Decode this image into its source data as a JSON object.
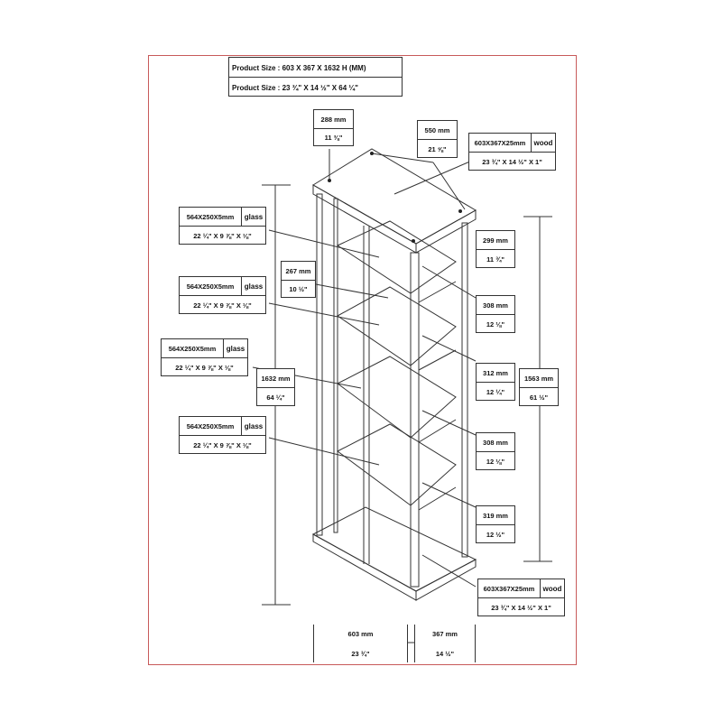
{
  "product_size": {
    "metric": "Product Size : 603 X 367 X 1632 H (MM)",
    "imperial": "Product Size : 23 ¾\" X 14 ½\" X 64 ¼\""
  },
  "callouts": {
    "top_depth": {
      "mm": "288 mm",
      "inch": "11 ⅜\""
    },
    "top_width": {
      "mm": "550 mm",
      "inch": "21 ⅝\""
    },
    "top_board": {
      "size": "603X367X25mm",
      "material": "wood",
      "inch": "23 ¾\" X 14 ½\" X 1\""
    },
    "bottom_board": {
      "size": "603X367X25mm",
      "material": "wood",
      "inch": "23 ¾\" X 14 ½\" X 1\""
    },
    "glass_1": {
      "size": "564X250X5mm",
      "material": "glass",
      "inch": "22 ¼\" X 9 ⅞\" X ⅛\""
    },
    "glass_2": {
      "size": "564X250X5mm",
      "material": "glass",
      "inch": "22 ¼\" X 9 ⅞\" X ⅛\""
    },
    "glass_3": {
      "size": "564X250X5mm",
      "material": "glass",
      "inch": "22 ¼\" X 9 ⅞\" X ⅛\""
    },
    "glass_4": {
      "size": "564X250X5mm",
      "material": "glass",
      "inch": "22 ¼\" X 9 ⅞\" X ⅛\""
    },
    "side_depth": {
      "mm": "267 mm",
      "inch": "10 ½\""
    },
    "total_height": {
      "mm": "1632 mm",
      "inch": "64 ¼\""
    },
    "inner_height": {
      "mm": "1563 mm",
      "inch": "61 ½\""
    },
    "gap_1": {
      "mm": "299 mm",
      "inch": "11 ¾\""
    },
    "gap_2": {
      "mm": "308 mm",
      "inch": "12 ⅛\""
    },
    "gap_3": {
      "mm": "312 mm",
      "inch": "12 ¼\""
    },
    "gap_4": {
      "mm": "308 mm",
      "inch": "12 ⅛\""
    },
    "gap_5": {
      "mm": "319 mm",
      "inch": "12 ½\""
    },
    "width": {
      "mm": "603 mm",
      "inch": "23 ¾\""
    },
    "depth": {
      "mm": "367 mm",
      "inch": "14 ½\""
    }
  }
}
